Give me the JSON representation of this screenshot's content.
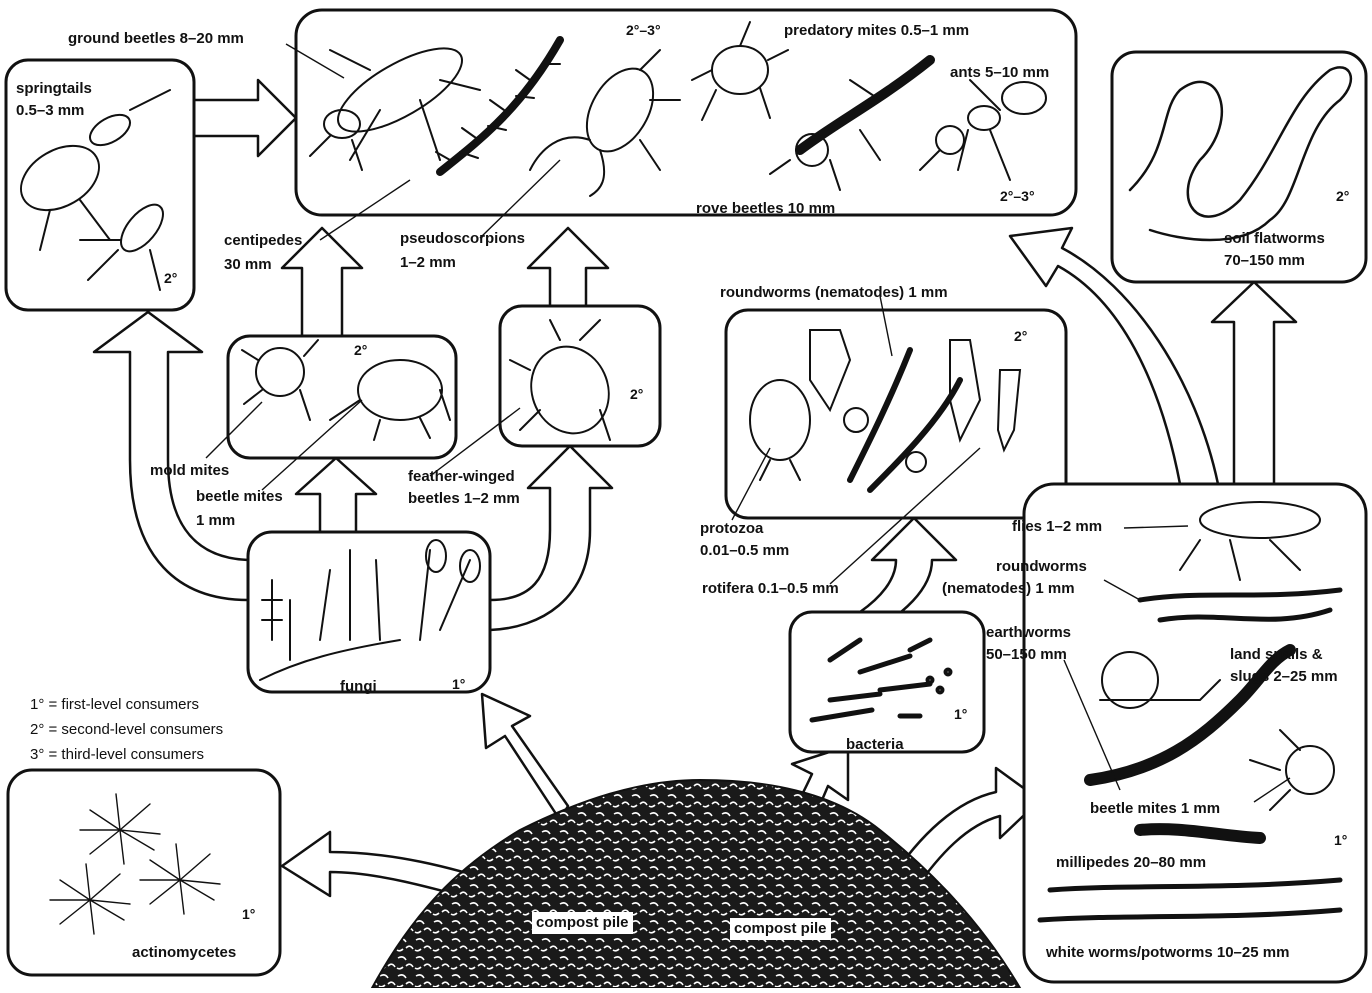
{
  "legend": [
    "1° = first-level consumers",
    "2° = second-level consumers",
    "3° = third-level consumers"
  ],
  "boxes": {
    "top_predators": {
      "level_left": "2°–3°",
      "level_right": "2°–3°",
      "labels": {
        "ground_beetles": "ground beetles 8–20 mm",
        "predatory_mites": "predatory mites 0.5–1 mm",
        "ants": "ants 5–10 mm",
        "rove_beetles": "rove beetles 10 mm",
        "centipedes_1": "centipedes",
        "centipedes_2": "30 mm",
        "pseudoscorpions_1": "pseudoscorpions",
        "pseudoscorpions_2": "1–2 mm"
      }
    },
    "springtails": {
      "level": "2°",
      "line1": "springtails",
      "line2": "0.5–3 mm"
    },
    "soil_flatworms": {
      "level": "2°",
      "line1": "soil flatworms",
      "line2": "70–150 mm"
    },
    "mites": {
      "level": "2°",
      "mold_mites": "mold mites",
      "beetle_mites_1": "beetle mites",
      "beetle_mites_2": "1 mm"
    },
    "feather_winged": {
      "level": "2°",
      "line1": "feather-winged",
      "line2": "beetles 1–2 mm"
    },
    "micro": {
      "level": "2°",
      "roundworms": "roundworms (nematodes) 1 mm",
      "protozoa_1": "protozoa",
      "protozoa_2": "0.01–0.5 mm",
      "rotifera": "rotifera 0.1–0.5 mm"
    },
    "fungi": {
      "level": "1°",
      "label": "fungi"
    },
    "bacteria": {
      "level": "1°",
      "label": "bacteria"
    },
    "actinomycetes": {
      "level": "1°",
      "label": "actinomycetes"
    },
    "first_level_fauna": {
      "level": "1°",
      "flies": "flies 1–2 mm",
      "roundworms_1": "roundworms",
      "roundworms_2": "(nematodes) 1 mm",
      "earthworms_1": "earthworms",
      "earthworms_2": "50–150 mm",
      "snails_1": "land snails &",
      "snails_2": "slugs 2–25 mm",
      "beetle_mites": "beetle mites 1 mm",
      "millipedes": "millipedes 20–80 mm",
      "white_worms": "white worms/potworms 10–25 mm"
    }
  },
  "compost": {
    "label_left": "compost pile",
    "label_right": "compost pile"
  },
  "colors": {
    "ink": "#111111",
    "paper": "#ffffff",
    "compost": "#1a1a1a"
  }
}
